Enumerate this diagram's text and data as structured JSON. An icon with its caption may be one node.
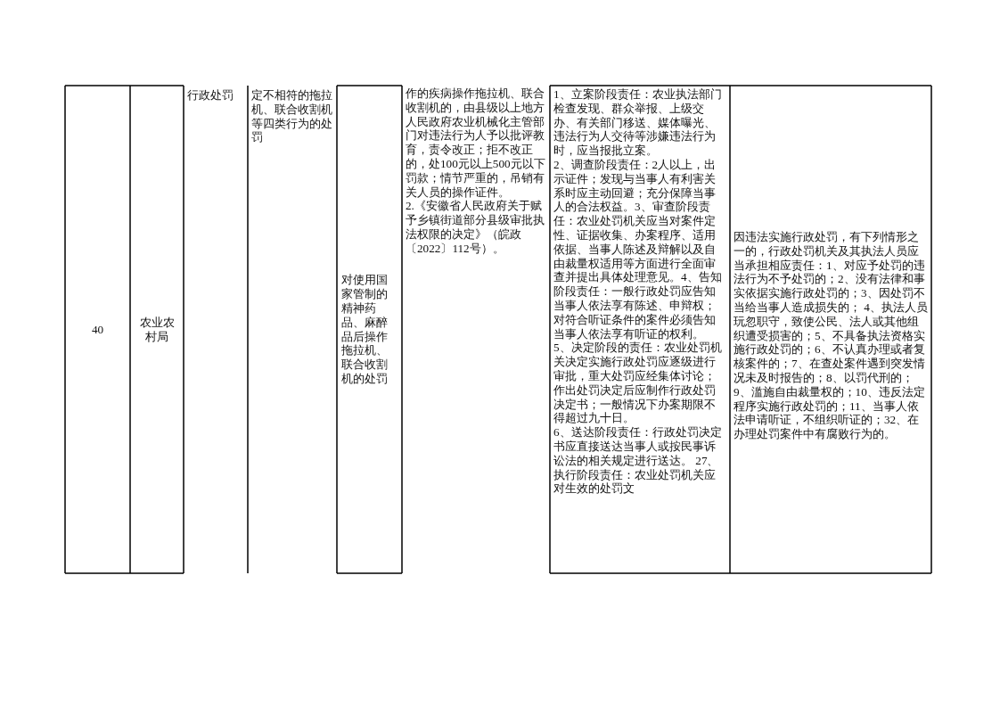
{
  "diagram": {
    "labels": [
      "40",
      "农业农村局",
      "行政处罚",
      "定不相符的拖拉机、联合收割机等四类行为的处罚",
      "对使用国家管制的精神药品、麻醉品后操作拖拉机、联合收割机的处罚",
      "作的疾病操作拖拉机、联合收割机的，由县级以上地方人民政府农业机械化主管部门对违法行为人予以批评教育，责令改正；拒不改正的，处100元以上500元以下罚款；情节严重的，吊销有关人员的操作证件。",
      "2.《安徽省人民政府关于赋予乡镇街道部分县级审批执法权限的决定》（皖政〔2022〕112号）。",
      "1、立案阶段责任：农业执法部门检查发现、群众举报、上级交办、有关部门移送、媒体曝光、违法行为人交待等涉嫌违法行为时，应当报批立案。",
      "2、调查阶段责任：2人以上，出示证件；发现与当事人有利害关系时应主动回避；充分保障当事人的合法权益。3、审查阶段责任：农业处罚机关应当对案件定性、证据收集、办案程序、适用依据、当事人陈述及辩解以及自由裁量权适用等方面进行全面审查并提出具体处理意见。4、告知阶段责任：一般行政处罚应告知当事人依法享有陈述、申辩权；对符合听证条件的案件必须告知当事人依法享有听证的权利。",
      "5、决定阶段的责任：农业处罚机关决定实施行政处罚应逐级进行审批，重大处罚应经集体讨论；作出处罚决定后应制作行政处罚决定书；一般情况下办案期限不得超过九十日。",
      "6、送达阶段责任：行政处罚决定书应直接送达当事人或按民事诉讼法的相关规定进行送达。 27、执行阶段责任：农业处罚机关应对生效的处罚文",
      "因违法实施行政处罚，有下列情形之一的，行政处罚机关及其执法人员应当承担相应责任：1、对应予处罚的违法行为不予处罚的；2、没有法律和事实依据实施行政处罚的；3、因处罚不当给当事人造成损失的； 4、执法人员玩忽职守，致使公民、法人或其他组织遭受损害的；5、不具备执法资格实施行政处罚的；6、不认真办理或者复核案件的；7、在查处案件遇到突发情况未及时报告的；8、以罚代刑的；9、滥施自由裁量权的；10、违反法定程序实施行政处罚的；11、当事人依法申请听证，不组织听证的；32、在办理处罚案件中有腐败行为的。"
    ]
  }
}
